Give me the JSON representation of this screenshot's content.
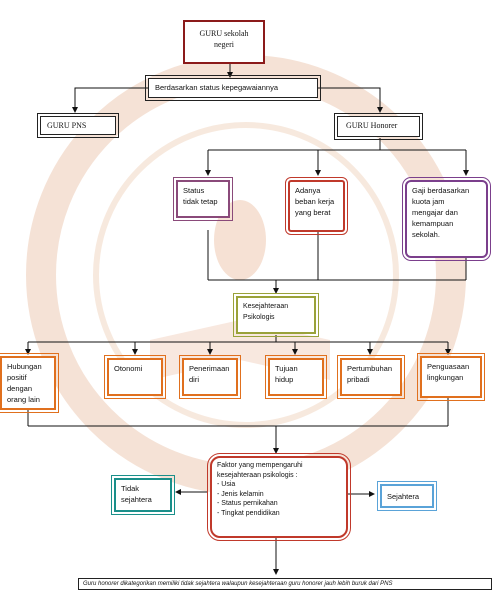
{
  "diagram": {
    "root": "GURU sekolah\nnegeri",
    "category": "Berdasarkan status kepegawaiannya",
    "pns": "GURU PNS",
    "honorer": "GURU Honorer",
    "cause_status": "Status\ntidak tetap",
    "cause_workload": "Adanya\nbeban kerja\nyang berat",
    "cause_salary": "Gaji berdasarkan\nkuota jam\nmengajar dan\nkemampuan\nsekolah.",
    "wellbeing": "Kesejahteraan\nPsikologis",
    "dim_relations": "Hubungan\npositif dengan\norang lain",
    "dim_autonomy": "Otonomi",
    "dim_acceptance": "Penerimaan\ndiri",
    "dim_purpose": "Tujuan\nhidup",
    "dim_growth": "Pertumbuhan\npribadi",
    "dim_mastery": "Penguasaan\nlingkungan",
    "factors": "Faktor yang mempengaruhi\nkesejahteraan psikologis :\n-     Usia\n-     Jenis kelamin\n-     Status pernikahan\n-     Tingkat pendidikan",
    "not_prosperous": "Tidak\nsejahtera",
    "prosperous": "Sejahtera",
    "bottom_note": "Guru honorer dikategorikan memiliki tidak sejahtera walaupun kesejahteraan guru honorer jauh lebih buruk dari PNS"
  },
  "colors": {
    "maroon": "#8b1a1a",
    "purple": "#7b3f8c",
    "plum": "#8a4a7a",
    "olive": "#9aa23a",
    "orange": "#e0701e",
    "blue": "#5aa3d8",
    "teal": "#1a8f8a",
    "red": "#c0392b",
    "watermark": "#e9c0a6"
  }
}
